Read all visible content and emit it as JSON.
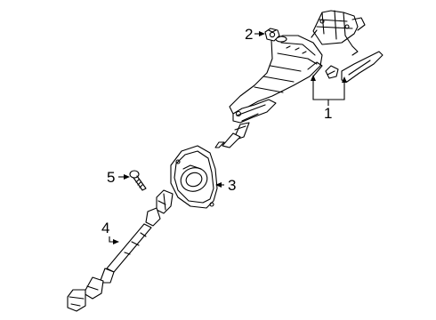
{
  "callouts": {
    "label_1": "1",
    "label_2": "2",
    "label_3": "3",
    "label_4": "4",
    "label_5": "5"
  },
  "colors": {
    "line": "#000000",
    "background": "#ffffff"
  }
}
